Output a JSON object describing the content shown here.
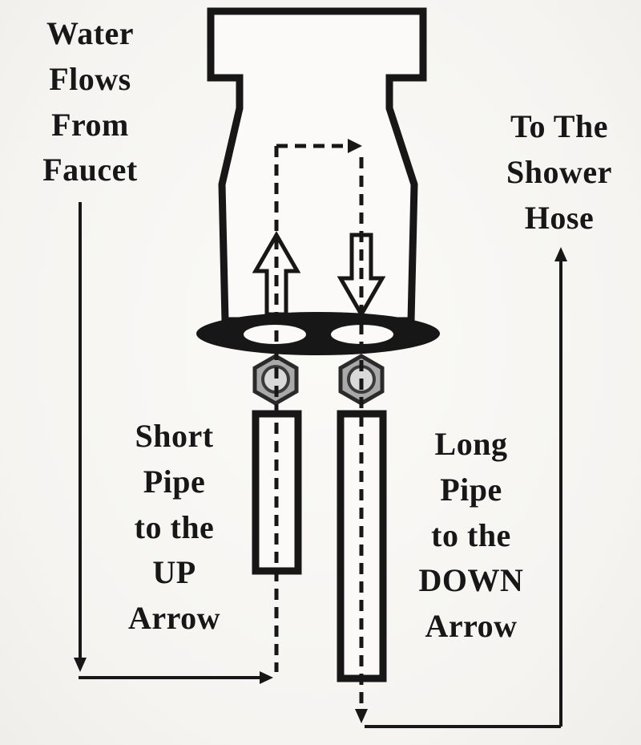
{
  "labels": {
    "water_from_faucet": "Water\nFlows\nFrom\nFaucet",
    "to_shower_hose": "To The\nShower\nHose",
    "short_pipe": "Short\nPipe\nto the\nUP\nArrow",
    "long_pipe": "Long\nPipe\nto the\nDOWN\nArrow"
  },
  "icons": {
    "up_flow": "up-arrow-icon",
    "down_flow": "down-arrow-icon"
  },
  "colors": {
    "background": "#f5f4f1",
    "ink": "#171717",
    "paper": "#fbfaf8",
    "nut": "#a9a9a9",
    "nut_hole": "#d9d9d9"
  }
}
